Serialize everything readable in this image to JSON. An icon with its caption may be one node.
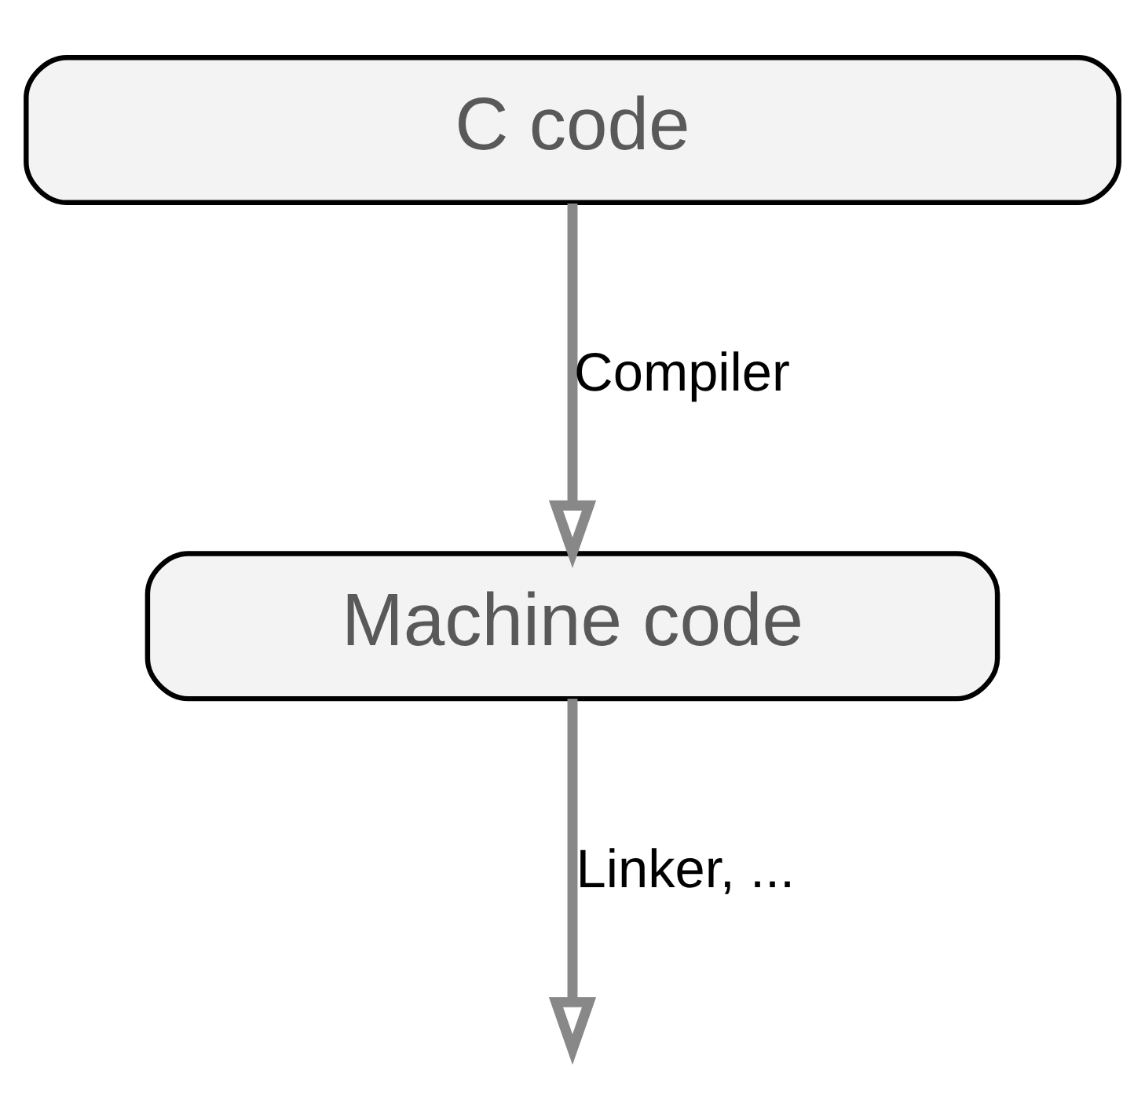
{
  "diagram": {
    "nodes": [
      {
        "text": [
          "C code"
        ]
      },
      {
        "text": [
          "Machine code"
        ]
      }
    ],
    "edges": [
      {
        "from": 0,
        "to": 1,
        "arrow": "to",
        "label": "Compiler"
      },
      {
        "from": 1,
        "to": null,
        "arrow": "to",
        "label": "Linker, ..."
      }
    ]
  }
}
